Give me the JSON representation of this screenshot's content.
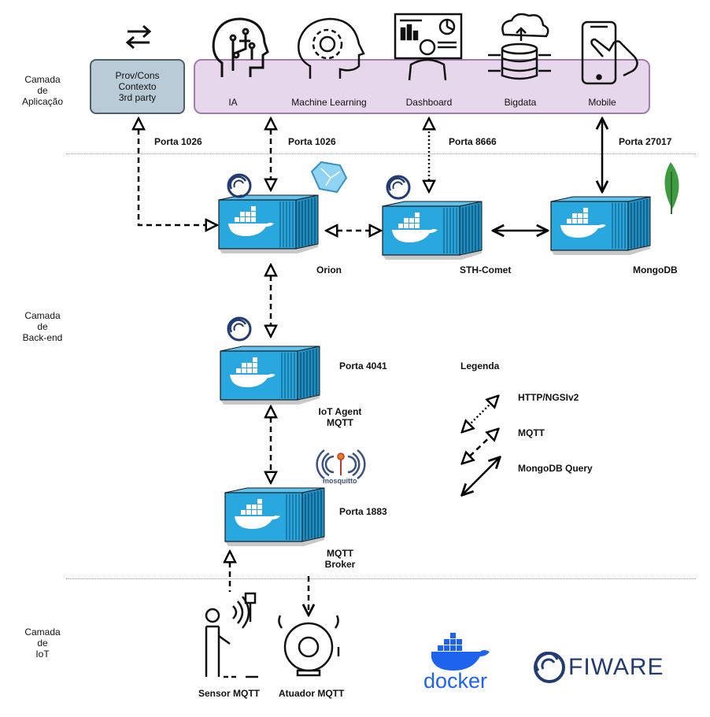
{
  "layers": {
    "application": "Camada\nde\nAplicação",
    "backend": "Camada\nde\nBack-end",
    "iot": "Camada\nde\nIoT"
  },
  "apps": {
    "prov_cons": "Prov/Cons\nContexto\n3rd party",
    "ia": "IA",
    "ml": "Machine Learning",
    "dashboard": "Dashboard",
    "bigdata": "Bigdata",
    "mobile": "Mobile"
  },
  "ports": {
    "prov": "Porta 1026",
    "ia": "Porta 1026",
    "dashboard": "Porta 8666",
    "mobile": "Porta 27017",
    "iot_agent": "Porta 4041",
    "broker": "Porta 1883"
  },
  "components": {
    "orion": "Orion",
    "sth_comet": "STH-Comet",
    "mongodb": "MongoDB",
    "iot_agent": "IoT Agent\nMQTT",
    "broker": "MQTT\nBroker",
    "sensor": "Sensor MQTT",
    "actuator": "Atuador MQTT"
  },
  "legend": {
    "title": "Legenda",
    "http": "HTTP/NGSIv2",
    "mqtt": "MQTT",
    "mongo": "MongoDB Query"
  },
  "logos": {
    "docker": "docker",
    "fiware": "FIWARE",
    "mosquitto": "mosquitto"
  },
  "colors": {
    "container": "#29a8e0",
    "container_dark": "#1b6f9a",
    "app_fill": "#e6d7ea",
    "app_border": "#a27bb0",
    "prov_fill": "#b9cbd6",
    "fiware": "#233b73",
    "docker": "#1d63ed",
    "mongo_leaf": "#3f9b3f",
    "mosquitto": "#3c5280"
  }
}
